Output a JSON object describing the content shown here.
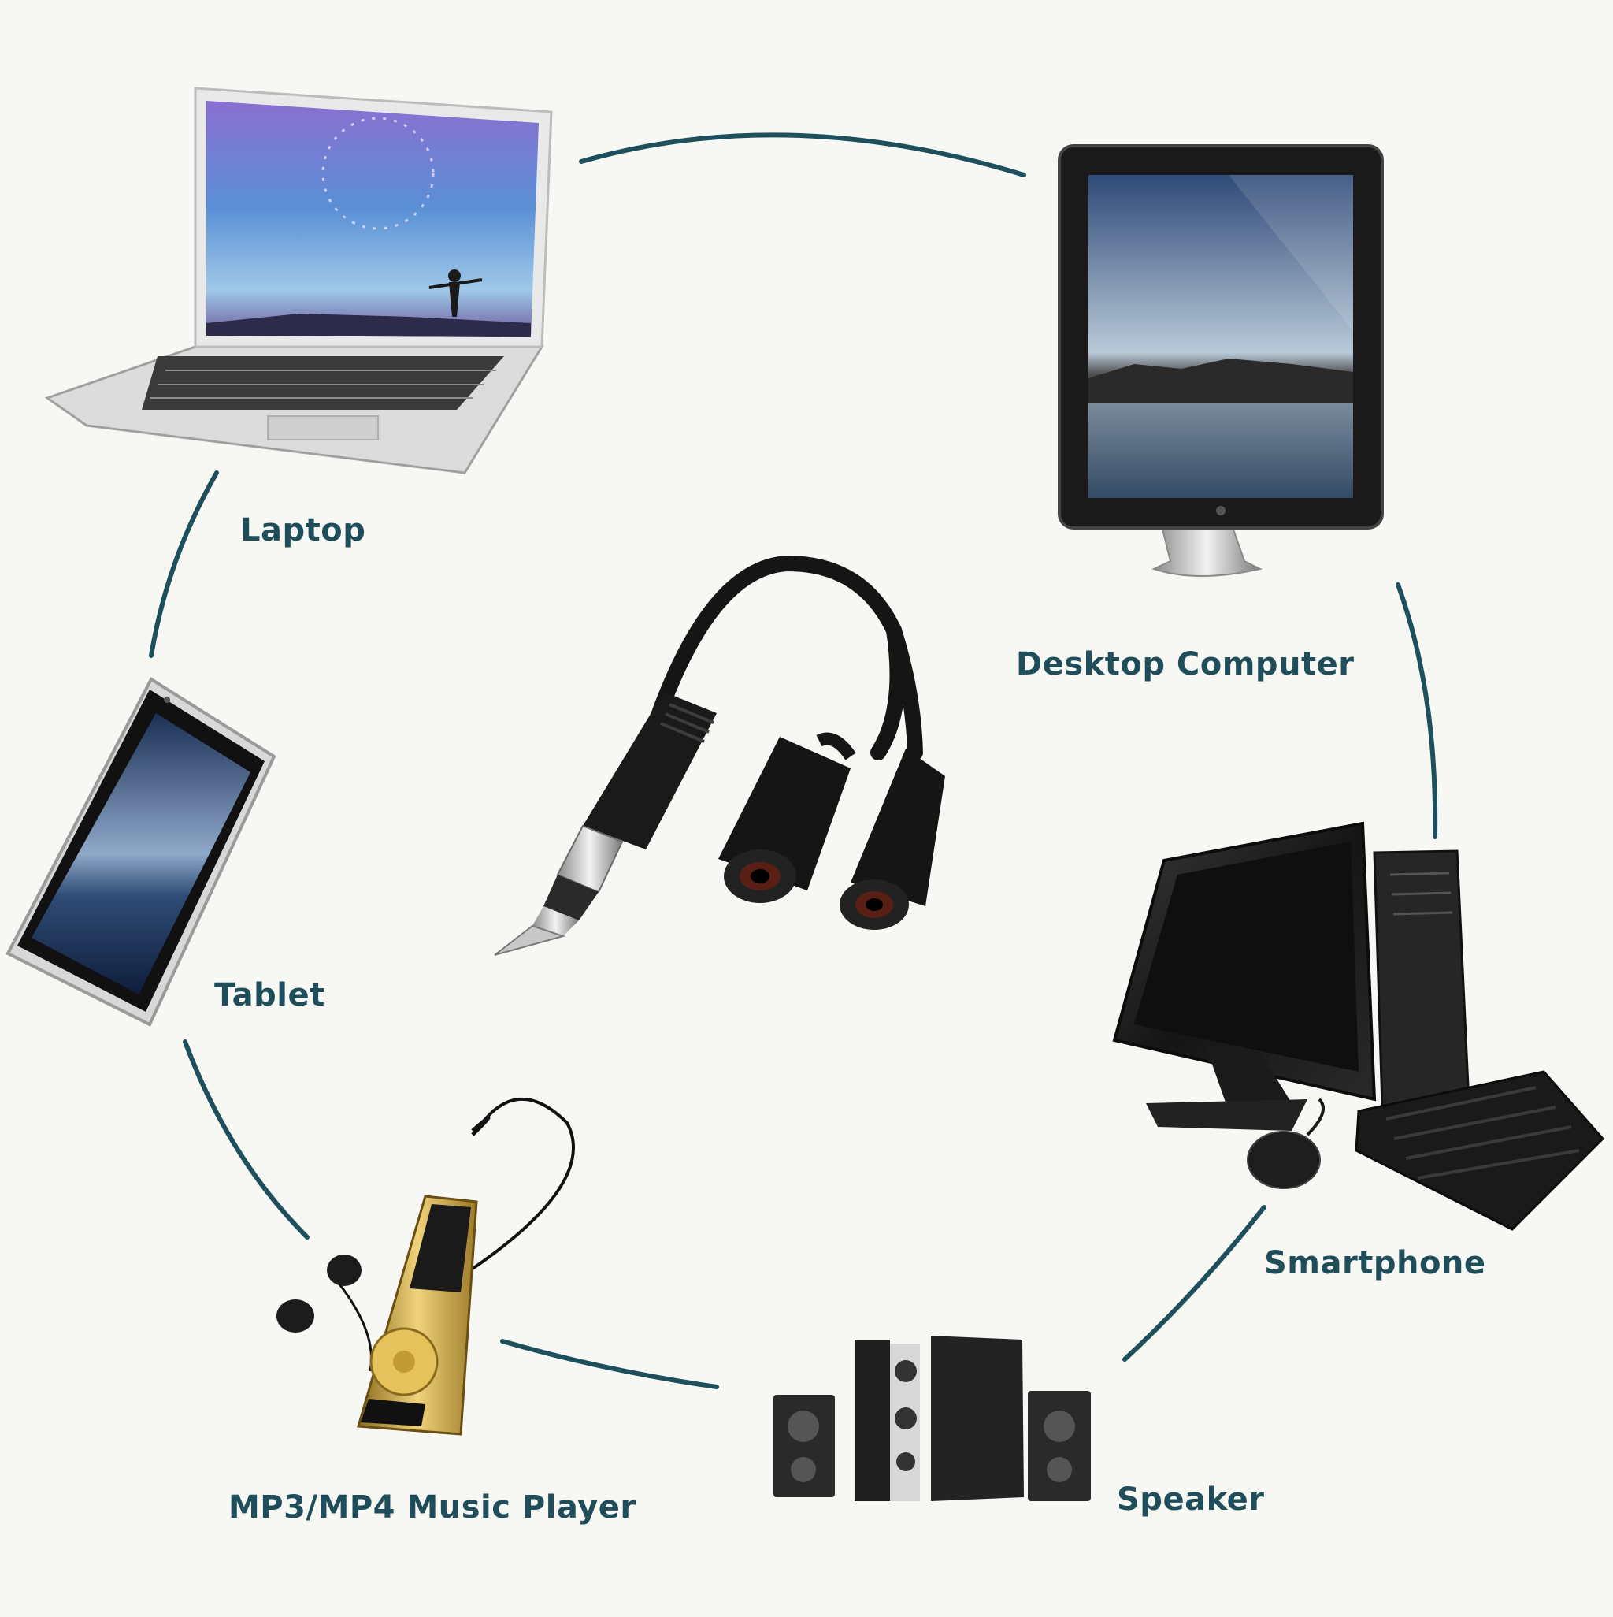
{
  "colors": {
    "connector": "#1e4f5c",
    "label": "#1f4e5a",
    "background": "#f7f7f4",
    "cable": "#151515"
  },
  "devices": [
    {
      "id": "laptop",
      "label": "Laptop",
      "icon": "laptop-icon"
    },
    {
      "id": "desktop",
      "label": "Desktop Computer",
      "icon": "monitor-icon"
    },
    {
      "id": "tablet",
      "label": "Tablet",
      "icon": "tablet-icon"
    },
    {
      "id": "smartphone",
      "label": "Smartphone",
      "icon": "desktop-pc-icon"
    },
    {
      "id": "mp3",
      "label": "MP3/MP4 Music Player",
      "icon": "music-player-icon"
    },
    {
      "id": "speaker",
      "label": "Speaker",
      "icon": "speaker-icon"
    }
  ],
  "center": {
    "icon": "audio-splitter-cable-icon"
  }
}
